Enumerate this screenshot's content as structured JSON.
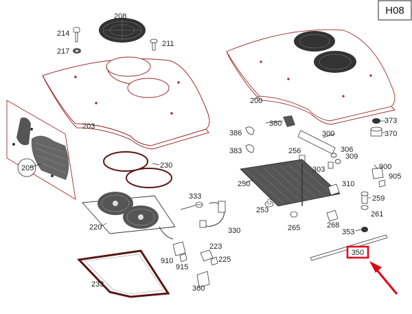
{
  "page_code": "H08",
  "colors": {
    "outline": "#9a2a2a",
    "part_fill": "#ffffff",
    "dark_part": "#2b2b2b",
    "highlight": "#e3000f",
    "text": "#222222"
  },
  "labels": {
    "p208": "208",
    "p214": "214",
    "p217": "217",
    "p211": "211",
    "p203": "203",
    "p205": "205",
    "p230": "230",
    "p220": "220",
    "p233": "233",
    "p333": "333",
    "p330": "330",
    "p223": "223",
    "p225": "225",
    "p910": "910",
    "p915": "915",
    "p360": "360",
    "p200": "200",
    "p380": "380",
    "p386": "386",
    "p383": "383",
    "p300": "300",
    "p373": "373",
    "p370": "370",
    "p256": "256",
    "p306": "306",
    "p309": "309",
    "p303": "303",
    "p250": "250",
    "p310": "310",
    "p900": "900",
    "p905": "905",
    "p253": "253",
    "p265": "265",
    "p268": "268",
    "p259": "259",
    "p261": "261",
    "p353": "353",
    "p350": "350"
  },
  "icons": {
    "highlight_arrow": "red-arrow-icon"
  }
}
